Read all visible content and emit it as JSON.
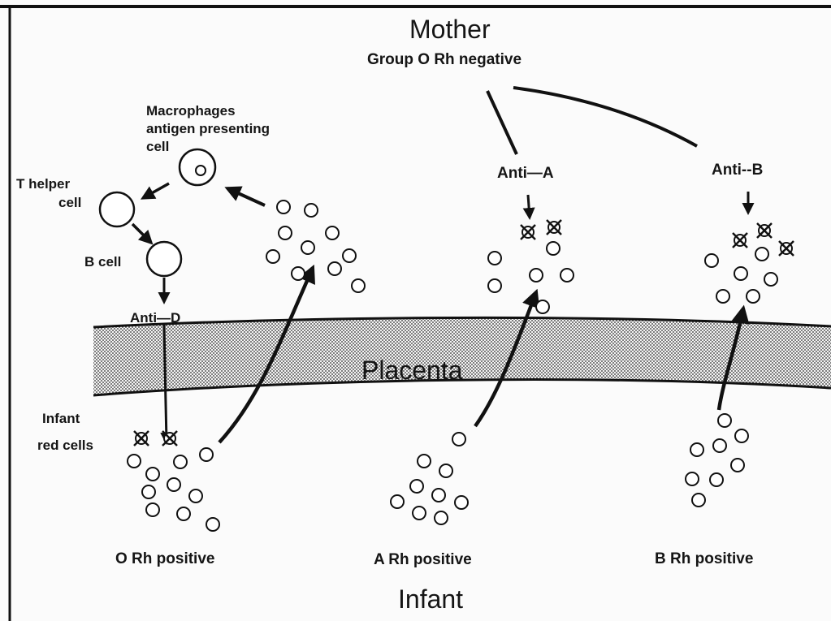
{
  "diagram": {
    "mother_label": "Mother",
    "mother_group": "Group O Rh negative",
    "apc_label_line1": "Macrophages",
    "apc_label_line2": "antigen presenting",
    "apc_label_line3": "cell",
    "t_helper_line1": "T helper",
    "t_helper_line2": "cell",
    "b_cell_label": "B cell",
    "anti_d_label": "Anti—D",
    "anti_a_label": "Anti—A",
    "anti_b_label": "Anti--B",
    "placenta_label": "Placenta",
    "infant_red_line1": "Infant",
    "infant_red_line2": "red cells",
    "o_rh_label": "O Rh positive",
    "a_rh_label": "A Rh positive",
    "b_rh_label": "B Rh positive",
    "infant_label": "Infant"
  }
}
